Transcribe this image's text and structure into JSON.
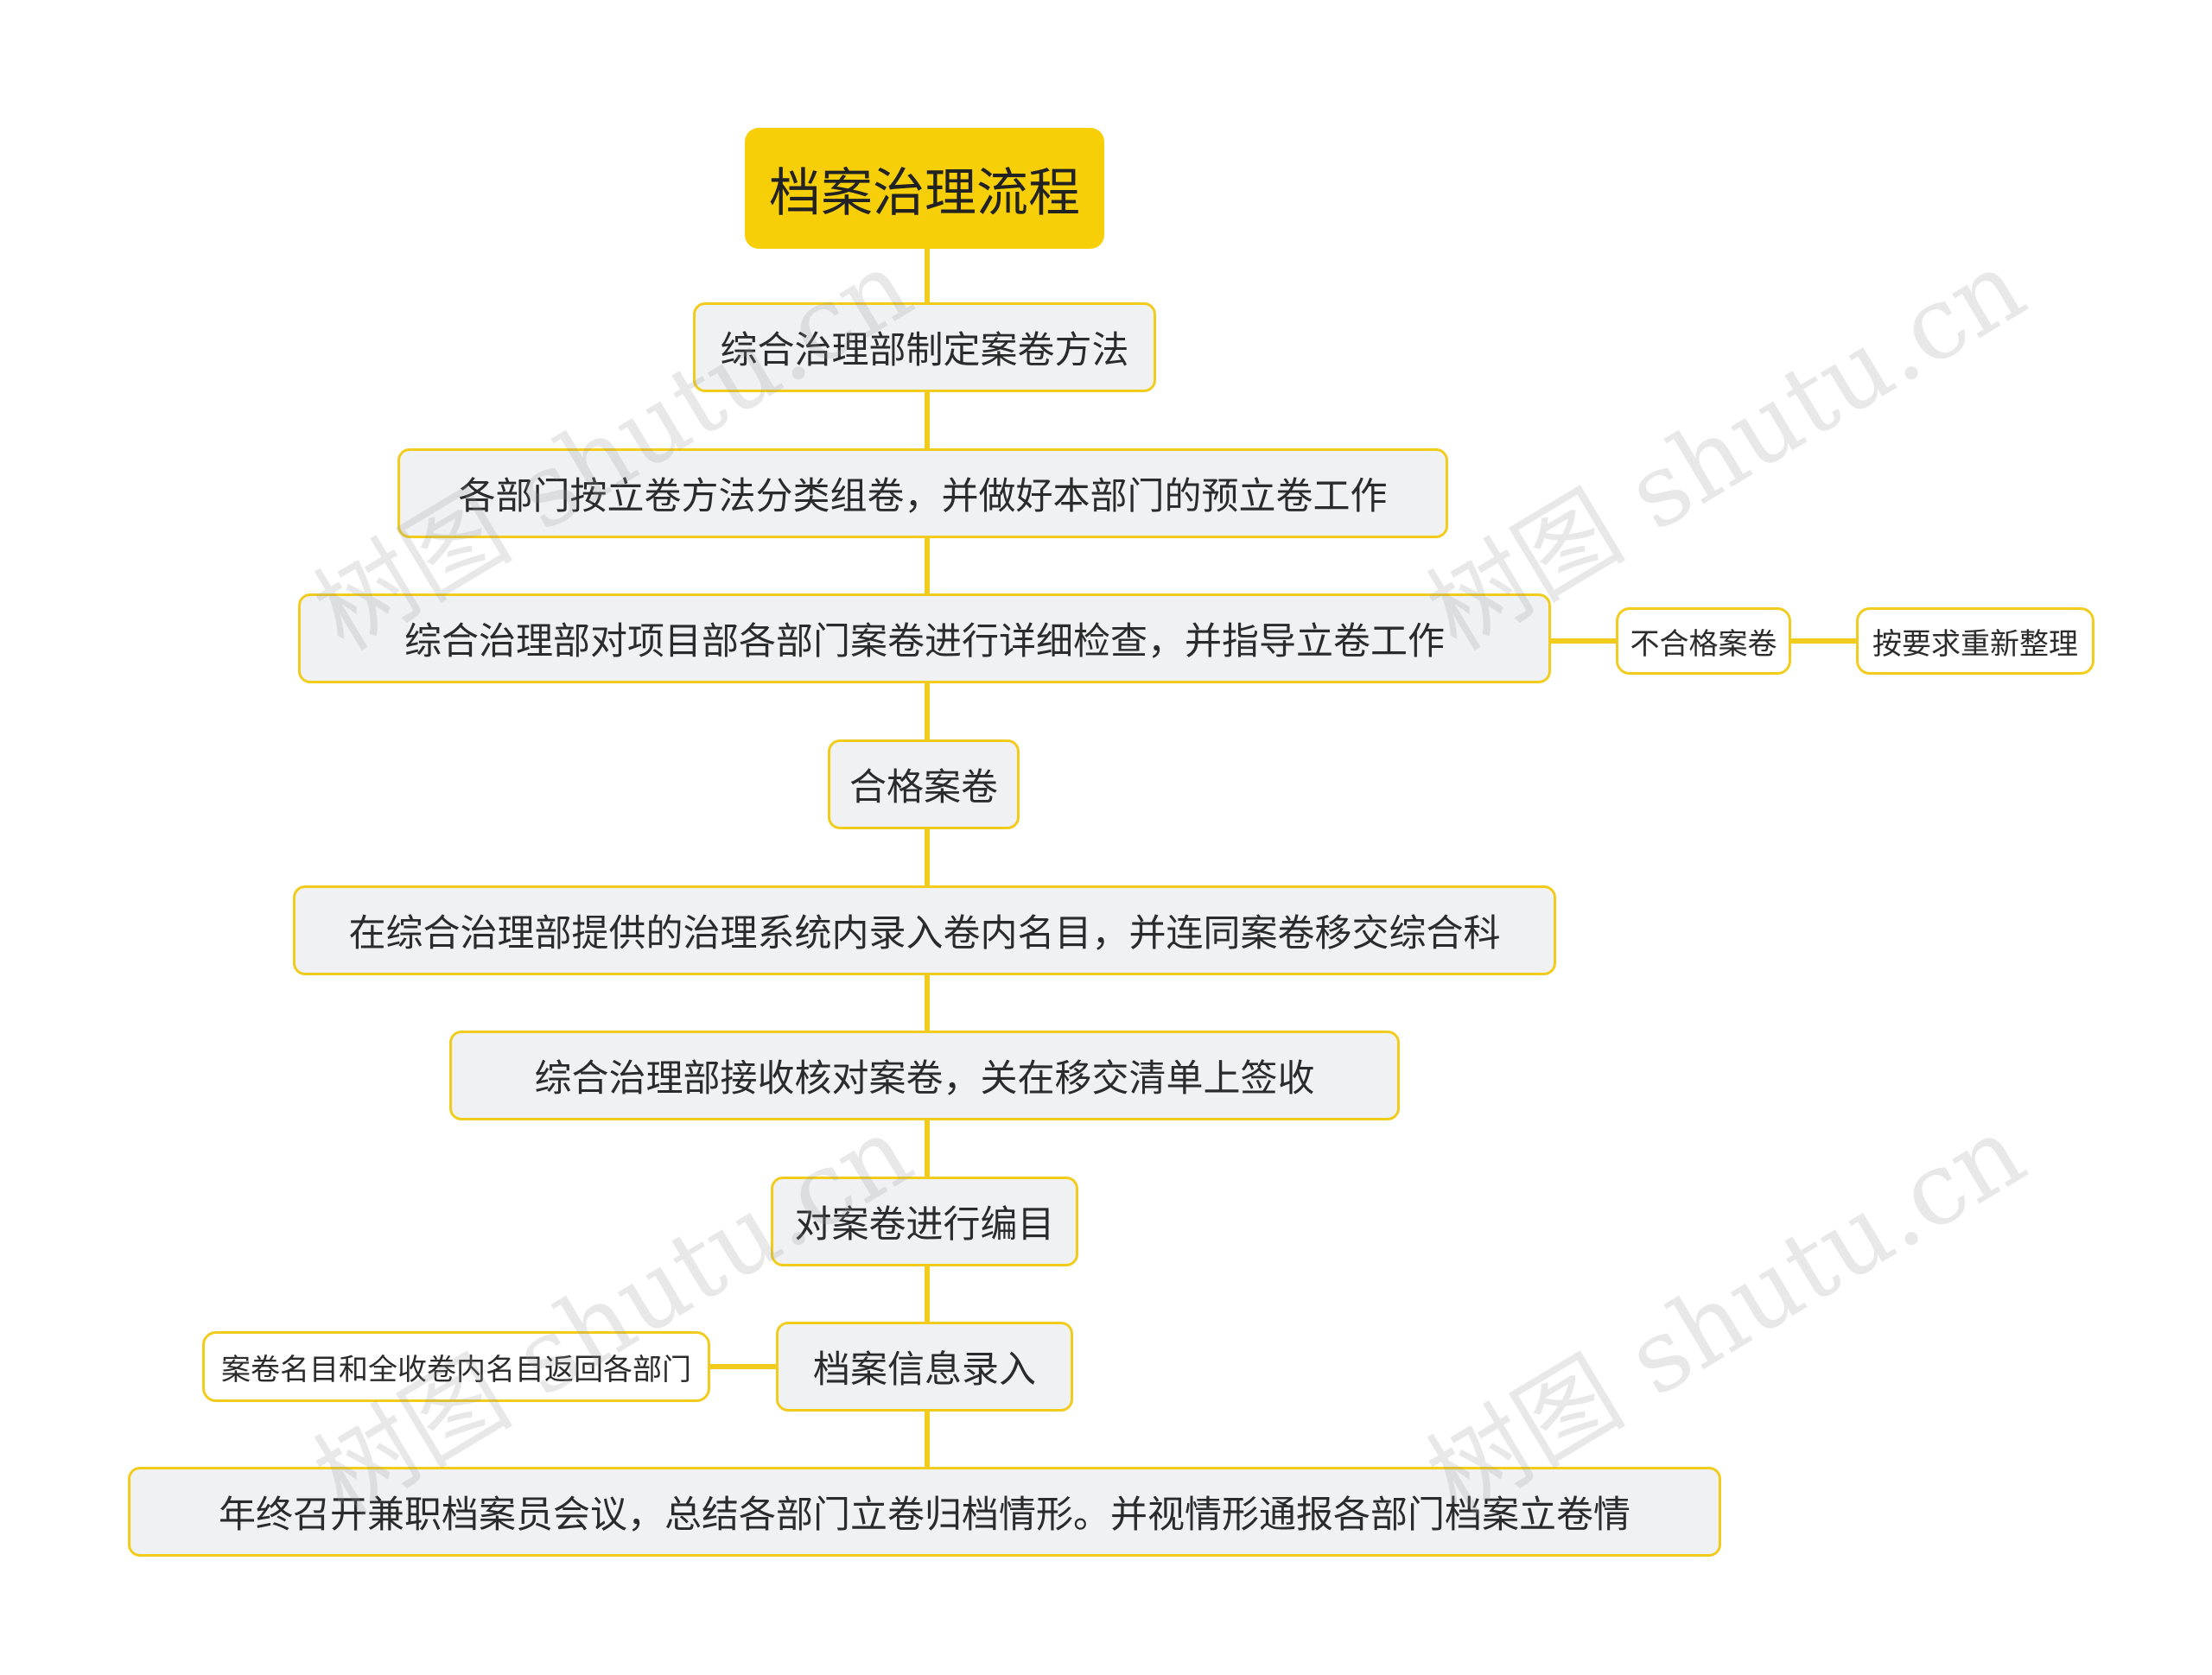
{
  "diagram": {
    "root": "档案治理流程",
    "steps": [
      "综合治理部制定案卷方法",
      "各部门按立卷方法分类组卷，并做好本部门的预立卷工作",
      "综合治理部对项目部各部门案卷进行详细检查，并指导立卷工作",
      "合格案卷",
      "在综合治理部提供的治理系统内录入卷内名目，并连同案卷移交综合科",
      "综合治理部接收核对案卷，关在移交清单上签收",
      "对案卷进行编目",
      "档案信息录入",
      "年终召开兼职档案员会议，总结各部门立卷归档情形。并视情形通报各部门档案立卷情"
    ],
    "branch_right": [
      "不合格案卷",
      "按要求重新整理"
    ],
    "branch_left": "案卷名目和全收卷内名目返回各部门"
  },
  "watermark": "树图 shutu.cn",
  "colors": {
    "accent": "#f7cf08",
    "connector": "#f2cc1c",
    "node_fill": "#eff1f3",
    "text": "#2b2b2b"
  }
}
